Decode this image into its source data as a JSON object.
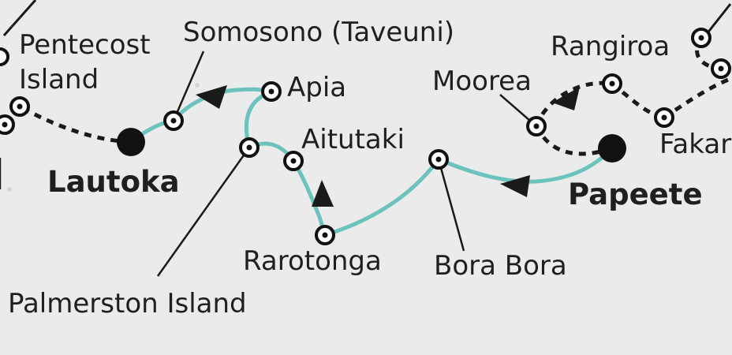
{
  "map": {
    "labels": {
      "pentecost_line1": "Pentecost",
      "pentecost_line2": "Island",
      "somosomo": "Somosono (Taveuni)",
      "apia": "Apia",
      "aitutaki": "Aitutaki",
      "rarotonga": "Rarotonga",
      "palmerston": "Palmerston Island",
      "lautoka": "Lautoka",
      "bora_bora": "Bora Bora",
      "papeete": "Papeete",
      "moorea": "Moorea",
      "rangiroa": "Rangiroa",
      "fakarava_partial": "Fakar"
    },
    "colors": {
      "background": "#ebebeb",
      "route_teal": "#6cc3bd",
      "route_dotted": "#1a1a1a",
      "text": "#1f1f1f"
    },
    "icons": {
      "port_marker": "circle-dot-icon",
      "major_port": "filled-circle-icon",
      "direction": "arrowhead-icon"
    }
  }
}
